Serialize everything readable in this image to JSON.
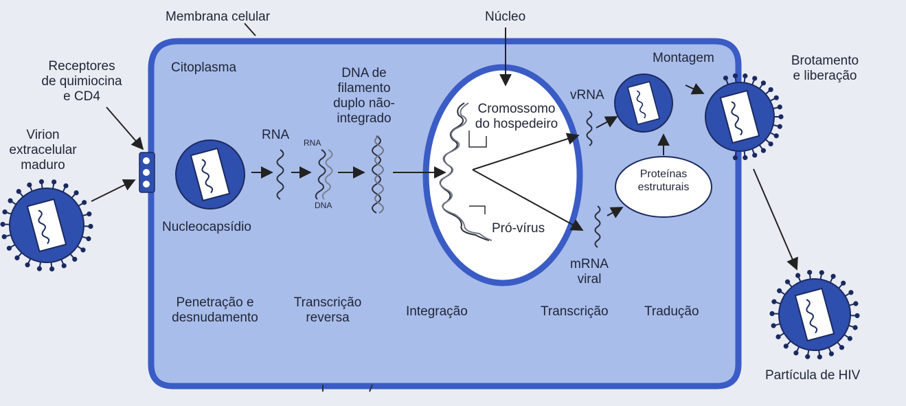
{
  "labels": {
    "cell_membrane": "Membrana celular",
    "nucleus": "Núcleo",
    "cytoplasm": "Citoplasma",
    "receptors": [
      "Receptores",
      "de quimiocina",
      "e CD4"
    ],
    "virion": [
      "Virion",
      "extracelular",
      "maduro"
    ],
    "nucleocapsid": "Nucleocapsídio",
    "rna": "RNA",
    "rna_small": "RNA",
    "dna_small": "DNA",
    "dna_unintegrated": [
      "DNA de",
      "filamento",
      "duplo não-",
      "integrado"
    ],
    "host_chromosome": [
      "Cromossomo",
      "do hospedeiro"
    ],
    "provirus": "Pró-vírus",
    "vrna": "vRNA",
    "mrna": [
      "mRNA",
      "viral"
    ],
    "assembly": "Montagem",
    "budding": [
      "Brotamento",
      "e liberação"
    ],
    "structural_proteins": [
      "Proteínas",
      "estruturais"
    ],
    "hiv_particle": "Partícula de HIV"
  },
  "stages": {
    "penetration": [
      "Penetração e",
      "desnudamento"
    ],
    "reverse_transcription": [
      "Transcrição",
      "reversa"
    ],
    "integration": "Integração",
    "transcription": "Transcrição",
    "translation": "Tradução"
  },
  "colors": {
    "background": "#e9ecf3",
    "cell_fill": "#a9bdeb",
    "membrane": "#3a5cc4",
    "virion_blue": "#2f4fae",
    "outline": "#1b2a5e",
    "core_white": "#ffffff"
  }
}
